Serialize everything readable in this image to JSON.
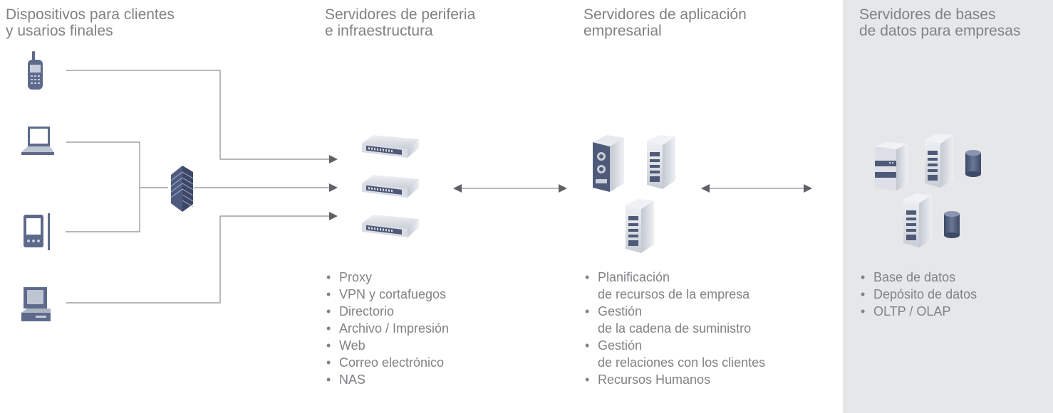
{
  "columns": {
    "clients": {
      "title_line1": "Dispositivos para clientes",
      "title_line2": "y usarios finales"
    },
    "edge": {
      "title_line1": "Servidores de periferia",
      "title_line2": "e infraestructura",
      "items": [
        "Proxy",
        "VPN y cortafuegos",
        "Directorio",
        "Archivo / Impresión",
        "Web",
        "Correo electrónico",
        "NAS"
      ]
    },
    "app": {
      "title_line1": "Servidores de aplicación",
      "title_line2": "empresarial",
      "items": [
        {
          "line1": "Planificación",
          "line2": "de recursos de la empresa"
        },
        {
          "line1": "Gestión",
          "line2": "de la cadena de suministro"
        },
        {
          "line1": "Gestión",
          "line2": "de relaciones con los clientes"
        },
        {
          "line1": "Recursos Humanos",
          "line2": ""
        }
      ]
    },
    "db": {
      "title_line1": "Servidores de bases",
      "title_line2": "de datos para empresas",
      "items": [
        "Base de datos",
        "Depósito de datos",
        "OLTP / OLAP"
      ]
    }
  },
  "colors": {
    "line": "#8a8c8e",
    "panel": "#e6e7e8",
    "device": "#5d6a8c",
    "server_light": "#d9dde3",
    "server_dark": "#4e5a78",
    "firewall": "#4e5a80"
  },
  "icons": [
    "phone-icon",
    "laptop-icon",
    "pda-icon",
    "desktop-icon",
    "firewall-icon",
    "rack-server-icon",
    "tower-server-icon",
    "database-icon"
  ]
}
